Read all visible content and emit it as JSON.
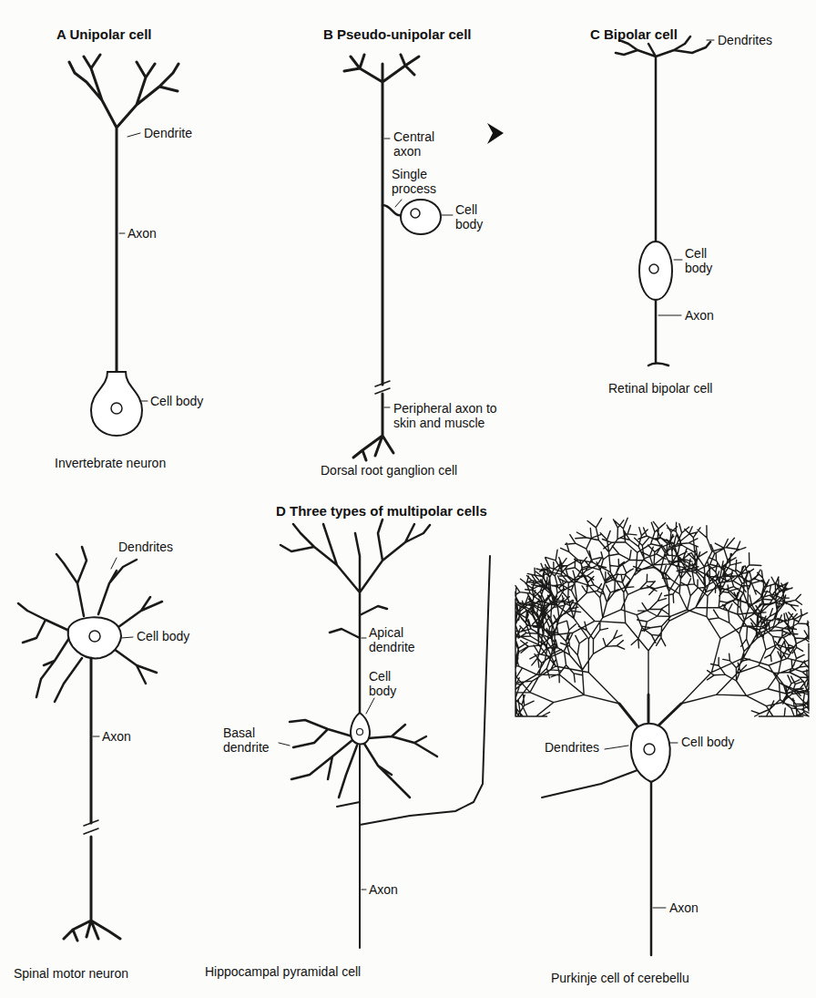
{
  "diagram": {
    "labels": [
      "A Unipolar cell",
      "B Pseudo-unipolar cell",
      "C Bipolar cell",
      "Dendrite",
      "Central axon",
      "Dendrites",
      "Axon",
      "Single process",
      "Cell body",
      "Cell body",
      "Axon",
      "Cell body",
      "Peripheral axon to skin and muscle",
      "Invertebrate neuron",
      "Dorsal root ganglion cell",
      "Retinal bipolar cell",
      "D Three types of multipolar cells",
      "Dendrites",
      "Cell body",
      "Apical dendrite",
      "Cell body",
      "Basal dendrite",
      "Axon",
      "Dendrites",
      "Cell body",
      "Axon",
      "Axon",
      "Spinal motor neuron",
      "Hippocampal pyramidal cell",
      "Purkinje cell of cerebellu"
    ]
  }
}
